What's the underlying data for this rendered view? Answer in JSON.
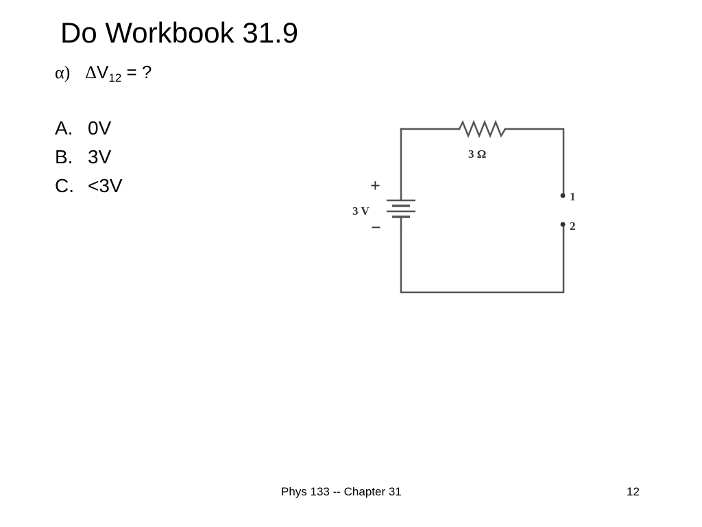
{
  "slide": {
    "title": "Do Workbook 31.9",
    "question": {
      "marker": "α)",
      "delta": "Δ",
      "symbol": "V",
      "subscript": "12",
      "rest": " = ?"
    },
    "options": [
      {
        "letter": "A.",
        "text": "0V"
      },
      {
        "letter": "B.",
        "text": "3V"
      },
      {
        "letter": "C.",
        "text": "<3V"
      }
    ],
    "circuit": {
      "resistor_label": "3 Ω",
      "battery_label": "3 V",
      "plus_sign": "+",
      "minus_sign": "−",
      "point1_label": "1",
      "point2_label": "2"
    },
    "footer": "Phys 133 -- Chapter 31",
    "slide_number": "12"
  }
}
